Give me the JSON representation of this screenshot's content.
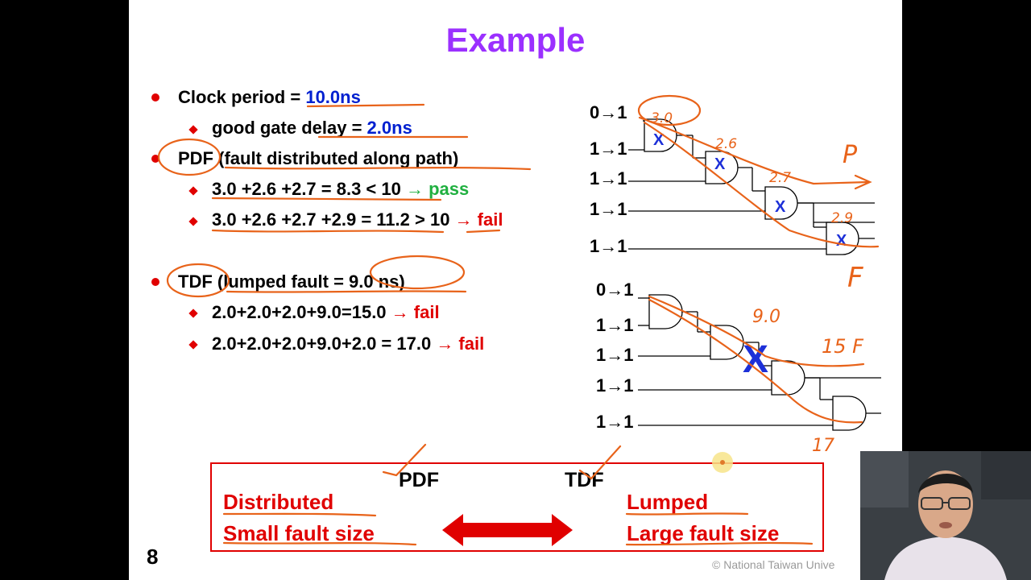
{
  "slide": {
    "title": "Example",
    "bullets": {
      "clock_label": "Clock period = ",
      "clock_value": "10.0ns",
      "gate_label": "good gate delay = ",
      "gate_value": "2.0ns",
      "pdf_label": "PDF",
      "pdf_desc": " (fault distributed along path)",
      "pdf_calc1_a": "3.0 +2.6 +2.7 = 8.3 < 10 ",
      "pdf_calc1_arrow": "→ pass",
      "pdf_calc2_a": "3.0 +2.6 +2.7 +2.9 = 11.2 > 10 ",
      "pdf_calc2_arrow": "→ fail",
      "tdf_label": "TDF",
      "tdf_desc": " (lumped fault = 9.0 ns)",
      "tdf_calc1_a": "2.0+2.0+2.0+9.0=15.0 ",
      "tdf_calc1_arrow": "→ fail",
      "tdf_calc2_a": "2.0+2.0+2.0+9.0+2.0 = 17.0 ",
      "tdf_calc2_arrow": "→ fail"
    },
    "circuit_top": {
      "inputs": [
        "0→1",
        "1→1",
        "1→1",
        "1→1",
        "1→1"
      ],
      "fault_mark": "X"
    },
    "circuit_bottom": {
      "inputs": [
        "0→1",
        "1→1",
        "1→1",
        "1→1",
        "1→1"
      ],
      "fault_mark": "X"
    },
    "annotations": {
      "top_delays": [
        "3.0",
        "2.6",
        "2.7",
        "2.9"
      ],
      "top_pass": "P",
      "top_fail": "F",
      "bottom_delay": "9.0",
      "bottom_15": "15 F",
      "bottom_17": "17"
    },
    "comparison": {
      "pdf_header": "PDF",
      "tdf_header": "TDF",
      "pdf_line1": "Distributed",
      "pdf_line2": "Small fault size",
      "tdf_line1": "Lumped",
      "tdf_line2": "Large fault size"
    },
    "page_number": "8",
    "copyright": "© National  Taiwan  Unive"
  },
  "colors": {
    "title": "#9b30ff",
    "accent_red": "#e00000",
    "value_blue": "#0020d0",
    "pass_green": "#20b040",
    "pen_orange": "#e8631a"
  }
}
